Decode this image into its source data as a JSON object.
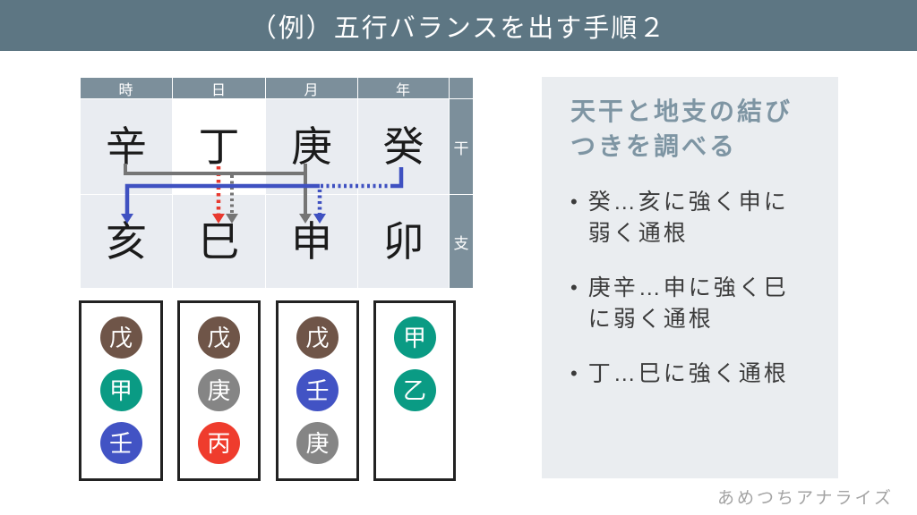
{
  "title": "（例）五行バランスを出す手順２",
  "table": {
    "col_headers": [
      "時",
      "日",
      "月",
      "年"
    ],
    "row_labels": {
      "stem": "干",
      "branch": "支"
    },
    "stems": [
      "辛",
      "丁",
      "庚",
      "癸"
    ],
    "branches": [
      "亥",
      "巳",
      "申",
      "卯"
    ]
  },
  "hidden_stems": {
    "boxes": [
      {
        "items": [
          {
            "char": "戊",
            "color": "#6f5548"
          },
          {
            "char": "甲",
            "color": "#0a9b84"
          },
          {
            "char": "壬",
            "color": "#4253c4"
          }
        ]
      },
      {
        "items": [
          {
            "char": "戊",
            "color": "#6f5548"
          },
          {
            "char": "庚",
            "color": "#858585"
          },
          {
            "char": "丙",
            "color": "#ef3c2d"
          }
        ]
      },
      {
        "items": [
          {
            "char": "戊",
            "color": "#6f5548"
          },
          {
            "char": "壬",
            "color": "#4253c4"
          },
          {
            "char": "庚",
            "color": "#858585"
          }
        ]
      },
      {
        "items": [
          {
            "char": "甲",
            "color": "#0a9b84"
          },
          {
            "char": "乙",
            "color": "#0a9b84"
          }
        ]
      }
    ]
  },
  "panel": {
    "heading": "天干と地支の結びつきを調べる",
    "bullet_marker": "•",
    "bullets": [
      "癸…亥に強く申に弱く通根",
      "庚辛…申に強く巳に弱く通根",
      "丁…巳に強く通根"
    ]
  },
  "footer": "あめつちアナライズ",
  "colors": {
    "title_bar": "#5d7683",
    "table_header": "#7c8f9b",
    "cell_light": "#e9ecf1",
    "cell_highlight": "#ffffff",
    "panel_bg": "#eaedf0",
    "heading_text": "#7e95a3",
    "arrow_gray": "#757575",
    "arrow_blue": "#3f51c1",
    "arrow_red": "#e8392f"
  }
}
